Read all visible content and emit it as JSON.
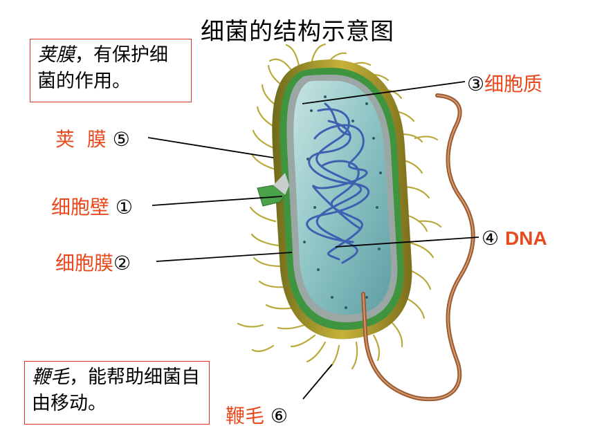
{
  "title": "细菌的结构示意图",
  "note_capsule": {
    "term": "荚膜",
    "sep": "，",
    "rest": "有保护细菌的作用。"
  },
  "note_flagellum": {
    "term": "鞭毛",
    "sep": "，",
    "rest": "能帮助细菌自由移动。"
  },
  "labels": {
    "capsule": {
      "name": "荚  膜",
      "num": "⑤"
    },
    "cell_wall": {
      "name": "细胞壁",
      "num": "①"
    },
    "cell_membrane": {
      "name": "细胞膜",
      "num": "②"
    },
    "cytoplasm": {
      "name": "细胞质",
      "num": "③"
    },
    "dna": {
      "name": "DNA",
      "num": "④"
    },
    "flagellum": {
      "name": "鞭毛",
      "num": "⑥"
    }
  },
  "colors": {
    "label_red": "#e8491d",
    "box_border": "#e0302a",
    "capsule": "#b8a22a",
    "wall": "#3b8a3a",
    "cytoplasm": "#8fc6c8",
    "dna": "#3a5bb0",
    "flagellum": "#9b5a34"
  }
}
